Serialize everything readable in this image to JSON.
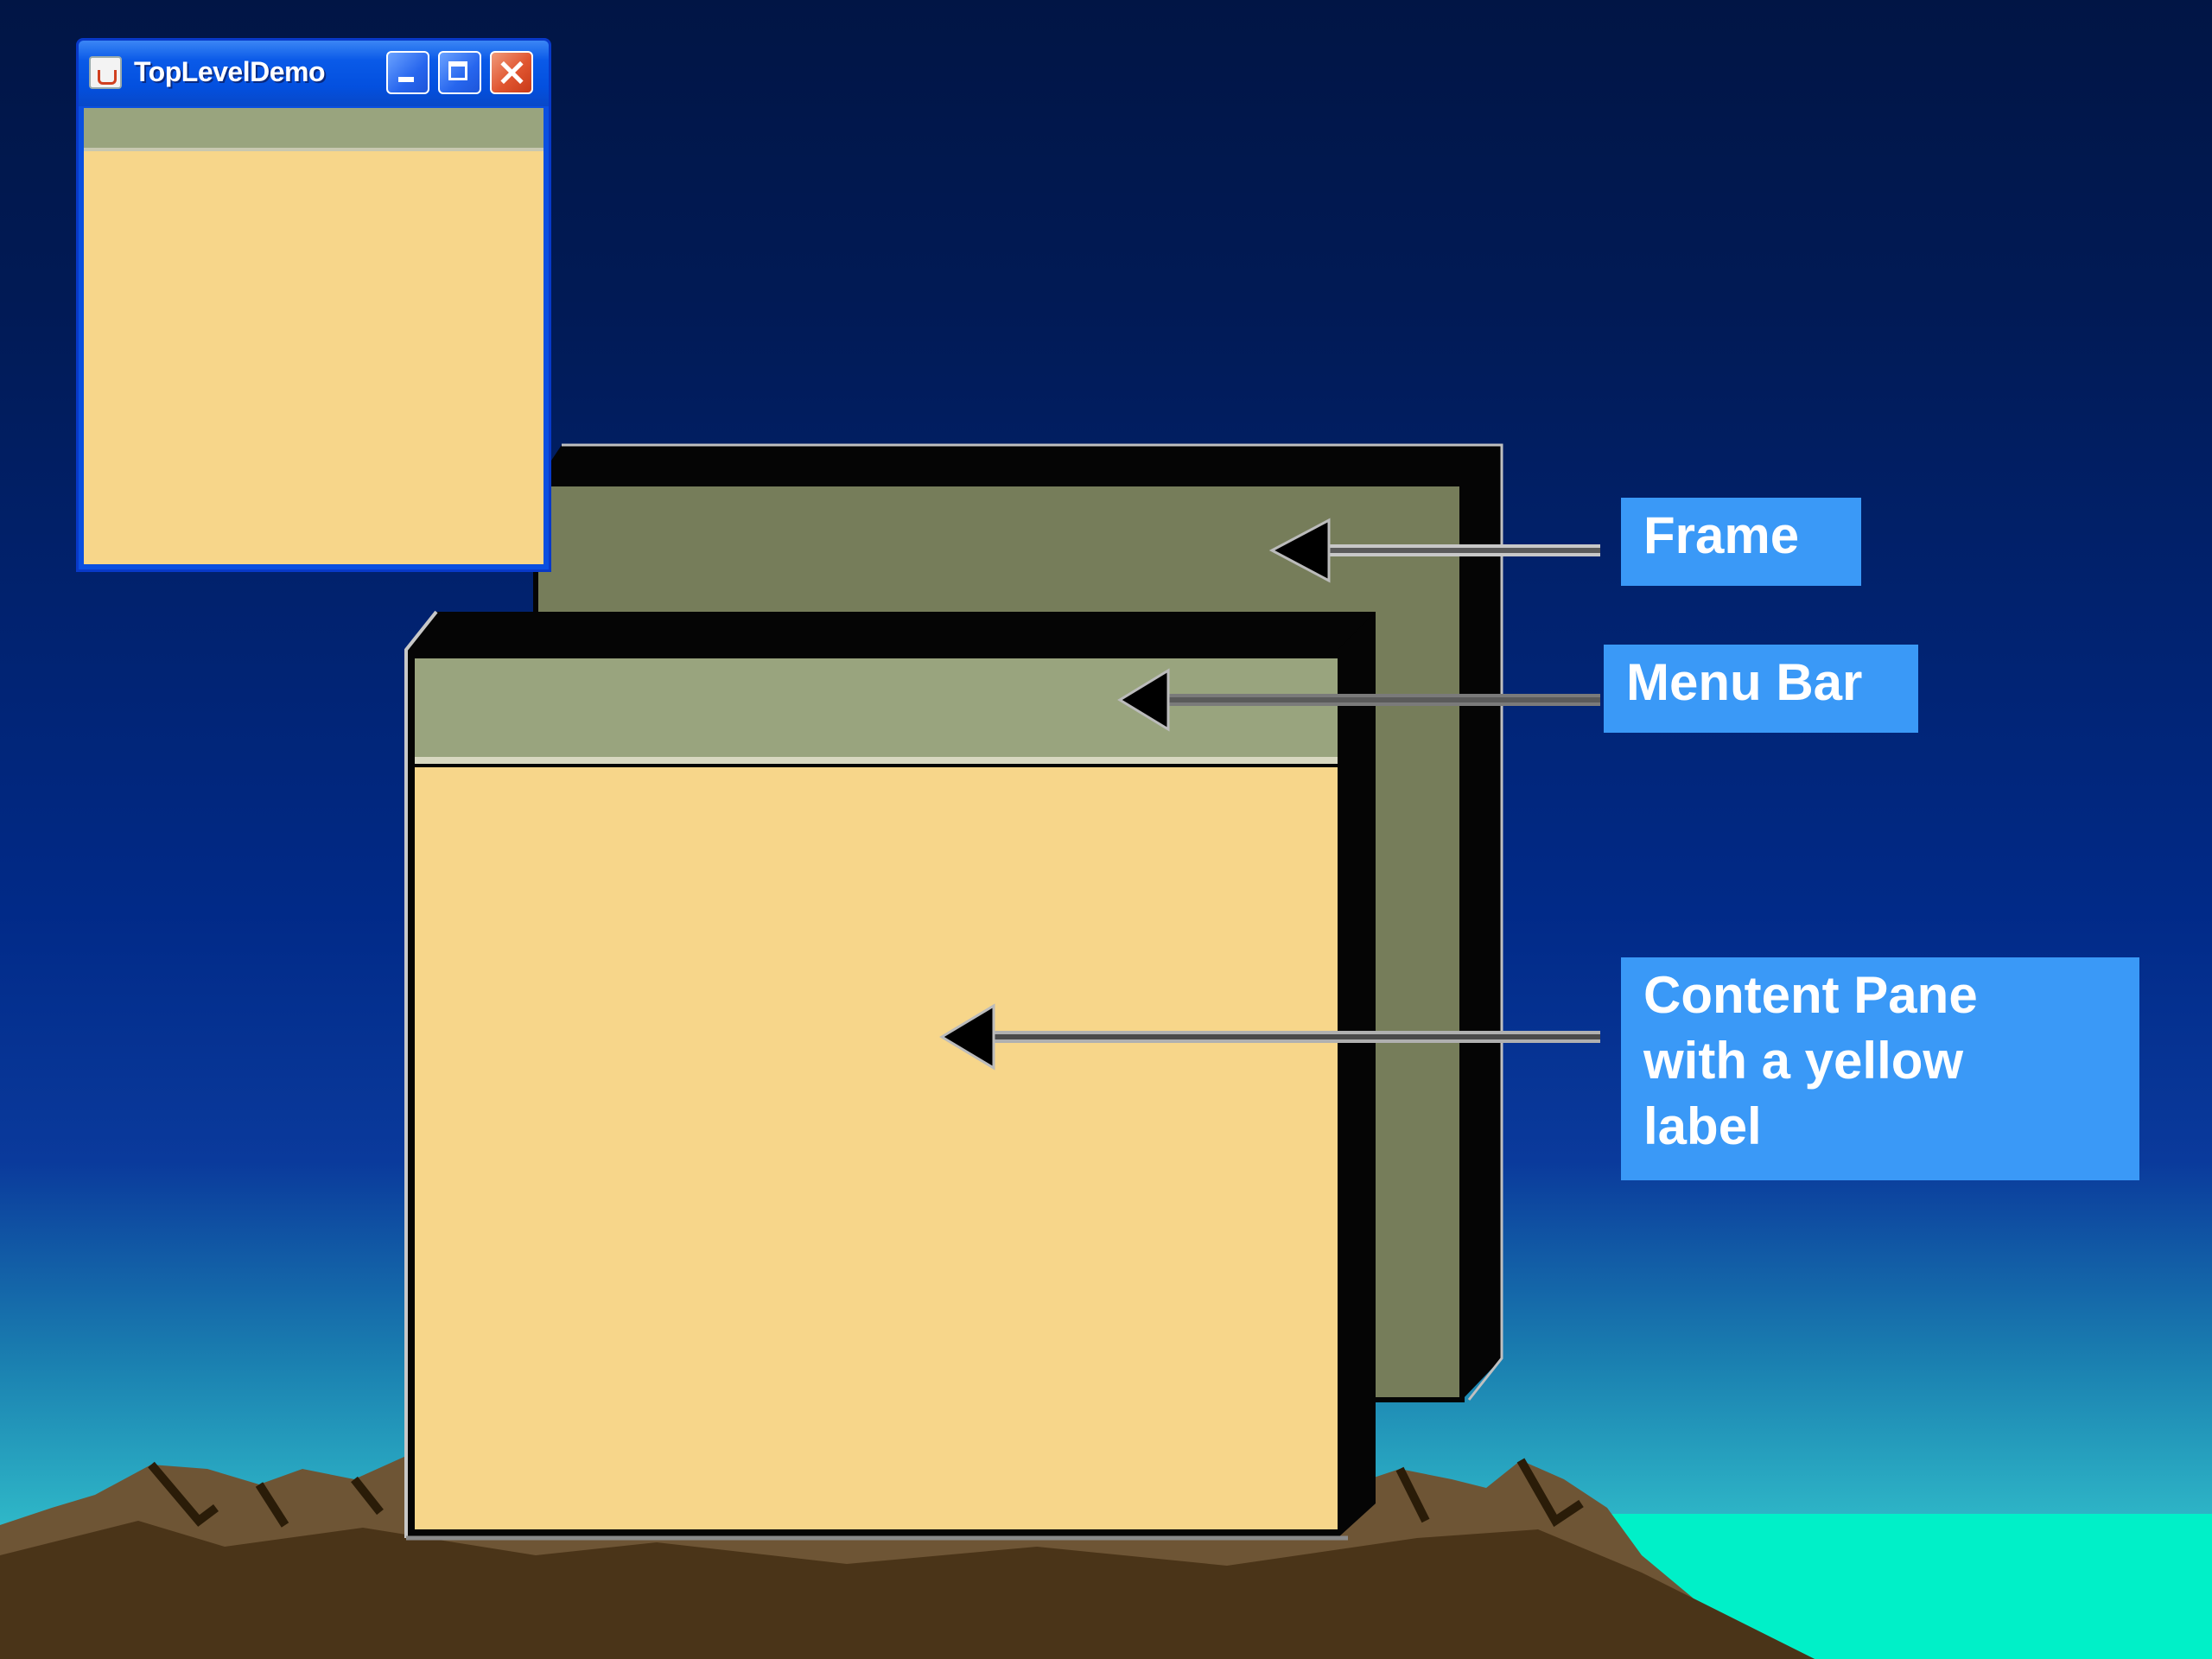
{
  "window": {
    "title": "TopLevelDemo",
    "icon": "java-icon",
    "controls": [
      "minimize-icon",
      "maximize-icon",
      "close-icon"
    ]
  },
  "callouts": {
    "frame": "Frame",
    "menu_bar": "Menu Bar",
    "content_pane": "Content Pane\nwith a yellow\nlabel"
  },
  "colors": {
    "frame": "#767d5a",
    "menu_bar": "#99a47e",
    "content_pane": "#f7d68a",
    "label_bg": "#3a99f7"
  }
}
